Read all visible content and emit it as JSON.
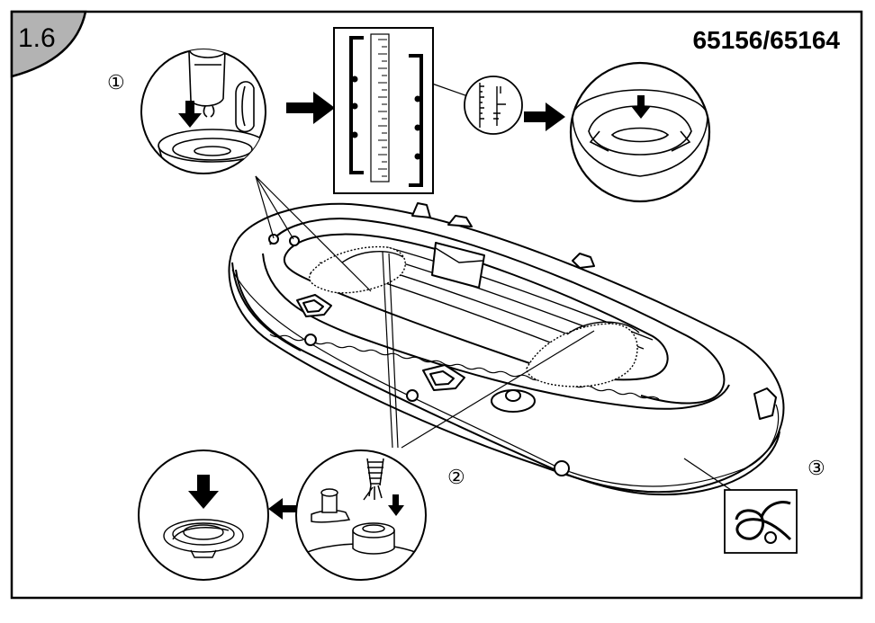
{
  "header": {
    "step_badge": "1.6",
    "model_numbers": "65156/65164"
  },
  "callouts": {
    "step_1": "①",
    "step_2": "②",
    "step_3": "③"
  },
  "colors": {
    "line": "#000000",
    "badge_fill": "#b3b3b3",
    "paper": "#ffffff"
  },
  "icons": {
    "arrow": "black-block-arrow",
    "valve": "inflation-valve",
    "rope": "grab-rope-knot"
  }
}
